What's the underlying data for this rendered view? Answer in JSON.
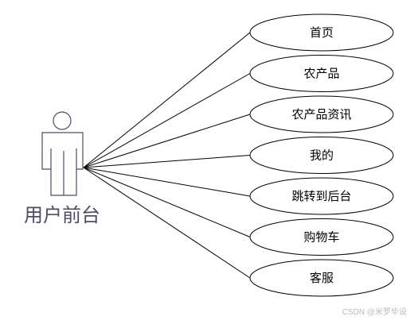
{
  "actor": {
    "name": "用户前台"
  },
  "use_cases": [
    {
      "label": "首页"
    },
    {
      "label": "农产品"
    },
    {
      "label": "农产品资讯"
    },
    {
      "label": "我的"
    },
    {
      "label": "跳转到后台"
    },
    {
      "label": "购物车"
    },
    {
      "label": "客服"
    }
  ],
  "watermark": "CSDN @米罗毕设",
  "colors": {
    "actor_outline": "#4b4b6e",
    "actor_label": "#4b4b6e",
    "line": "#000000"
  }
}
